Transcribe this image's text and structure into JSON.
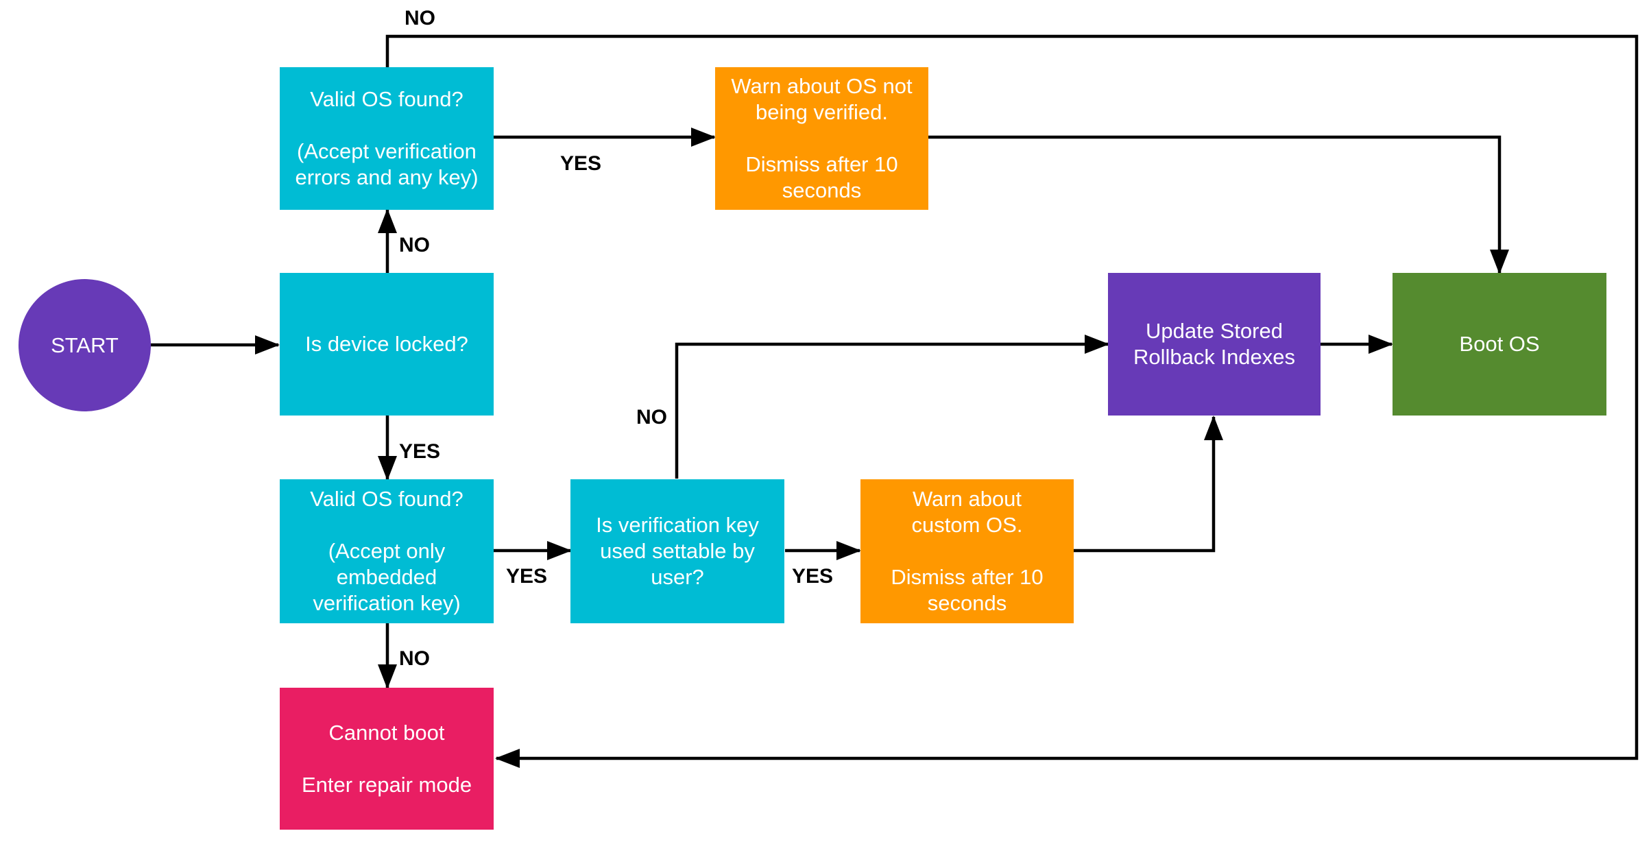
{
  "colors": {
    "start": "#673AB7",
    "decision": "#00BCD4",
    "warn": "#FF9800",
    "update": "#673AB7",
    "boot": "#558B2F",
    "error": "#E91E63",
    "edge": "#000000"
  },
  "nodes": {
    "start": {
      "text": "START"
    },
    "device_locked": {
      "text": "Is device locked?"
    },
    "valid_os_unlocked": {
      "text": "Valid OS found?\n\n(Accept verification\nerrors and any key)"
    },
    "warn_not_verified": {
      "text": "Warn about OS not\nbeing verified.\n\nDismiss after 10\nseconds"
    },
    "valid_os_locked": {
      "text": "Valid OS found?\n\n(Accept only\nembedded\nverification key)"
    },
    "key_settable": {
      "text": "Is verification key\nused settable by\nuser?"
    },
    "warn_custom_os": {
      "text": "Warn about\ncustom OS.\n\nDismiss after 10\nseconds"
    },
    "update_rollback": {
      "text": "Update Stored\nRollback Indexes"
    },
    "boot_os": {
      "text": "Boot OS"
    },
    "cannot_boot": {
      "text": "Cannot boot\n\nEnter repair mode"
    }
  },
  "edge_labels": {
    "unlocked_no": "NO",
    "unlocked_yes": "YES",
    "device_no": "NO",
    "device_yes": "YES",
    "locked_yes": "YES",
    "key_yes": "YES",
    "key_no": "NO",
    "locked_no": "NO"
  }
}
